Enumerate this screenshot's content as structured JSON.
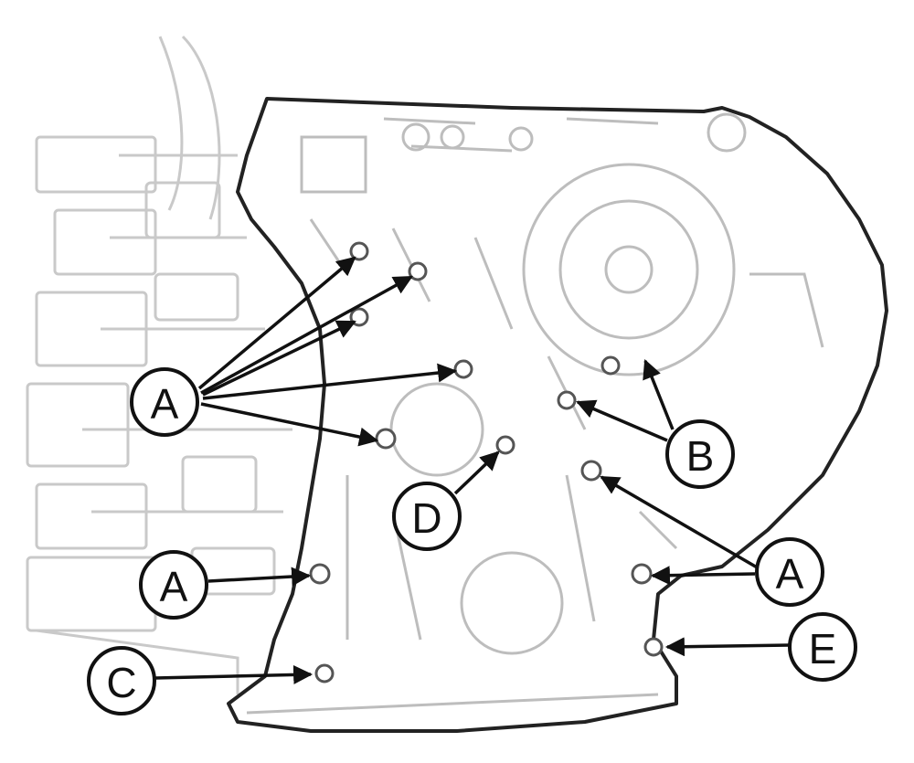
{
  "figure": {
    "callouts": [
      {
        "id": "a-left-top",
        "text": "A"
      },
      {
        "id": "a-left-bottom",
        "text": "A"
      },
      {
        "id": "a-right",
        "text": "A"
      },
      {
        "id": "b",
        "text": "B"
      },
      {
        "id": "c",
        "text": "C"
      },
      {
        "id": "d",
        "text": "D"
      },
      {
        "id": "e",
        "text": "E"
      }
    ]
  }
}
